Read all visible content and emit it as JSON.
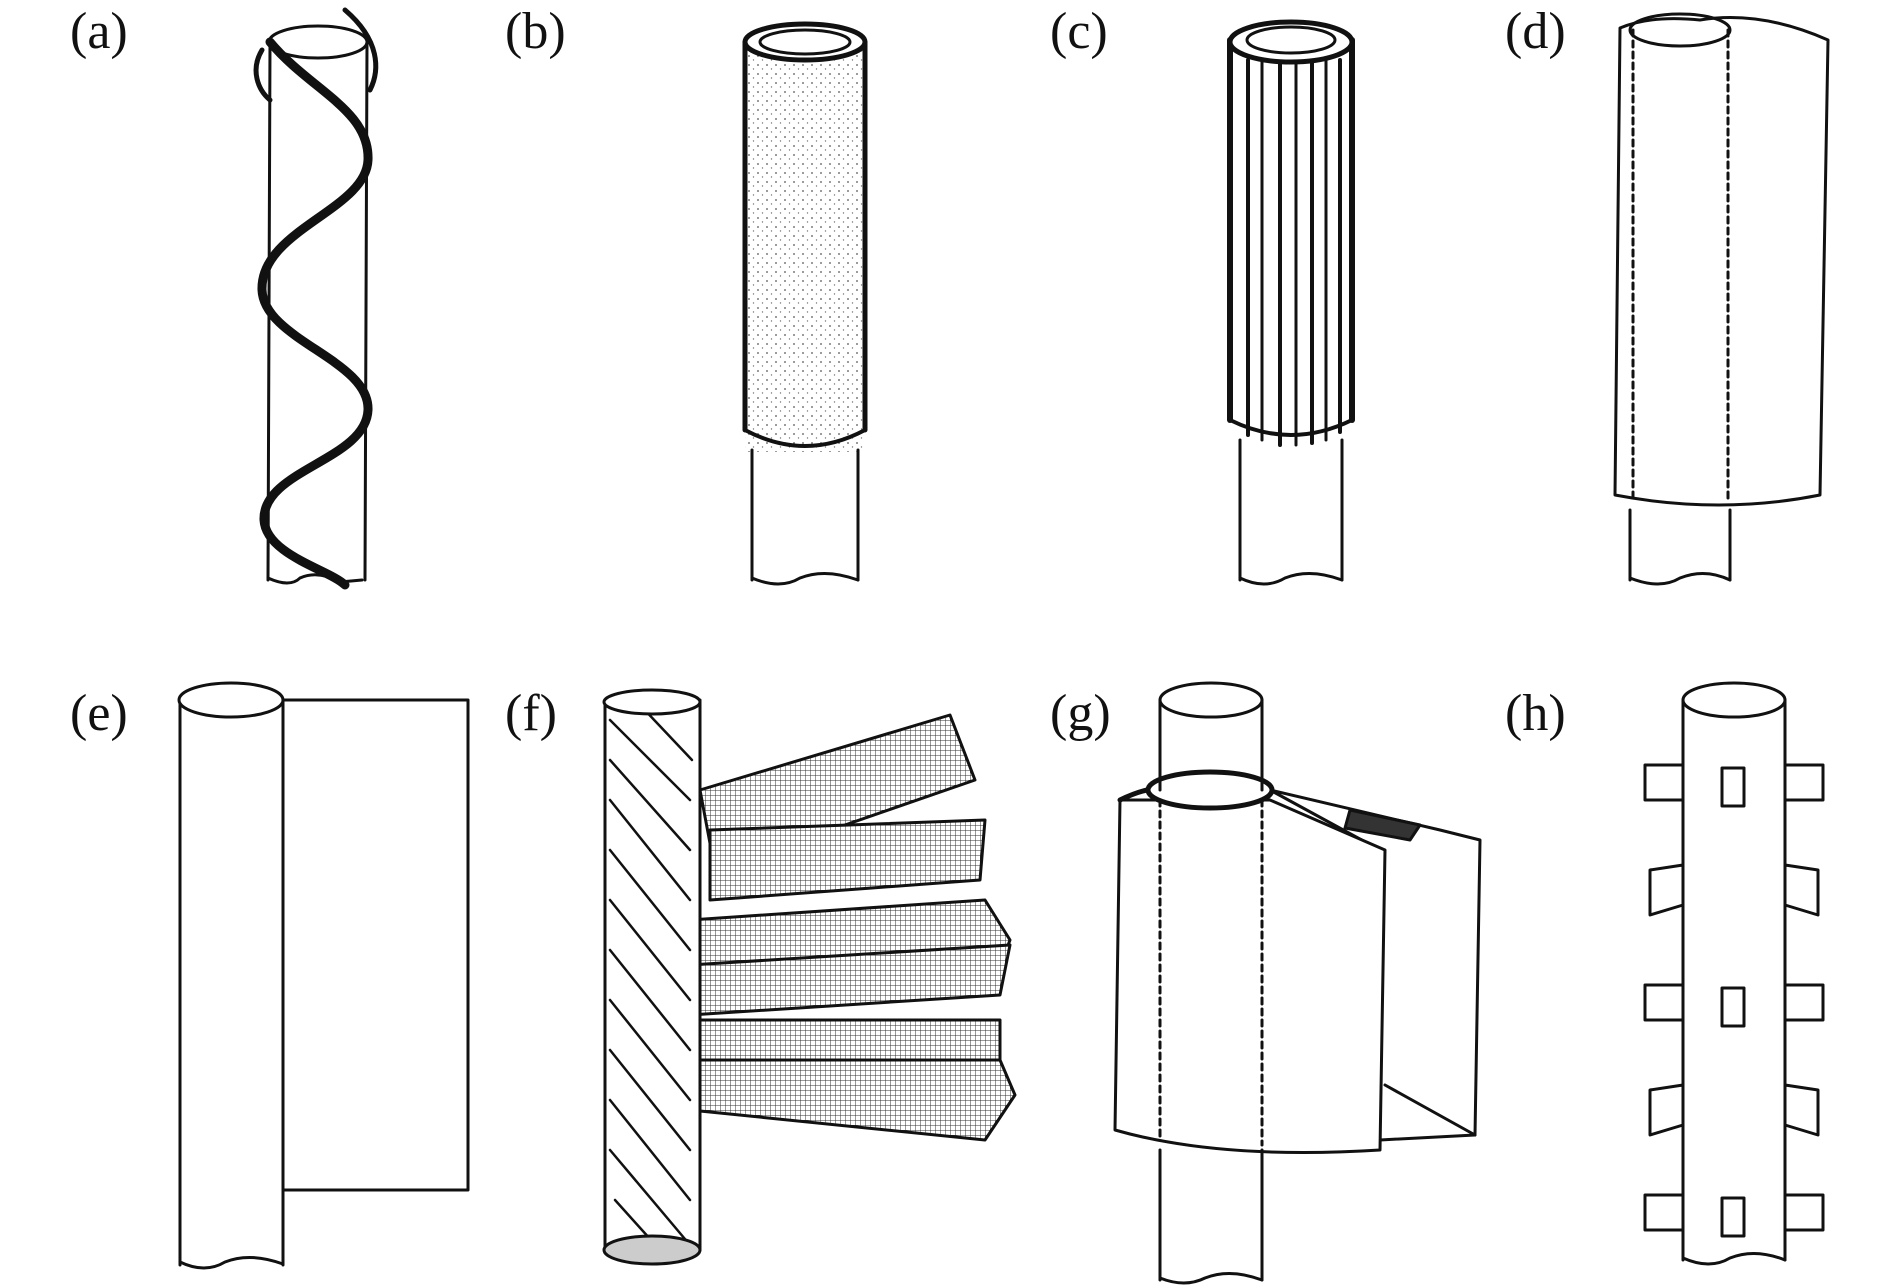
{
  "figure": {
    "panels": [
      {
        "id": "a",
        "label": "(a)",
        "device": "helical-wire-strake"
      },
      {
        "id": "b",
        "label": "(b)",
        "device": "porous-shroud"
      },
      {
        "id": "c",
        "label": "(c)",
        "device": "axial-rod-shroud"
      },
      {
        "id": "d",
        "label": "(d)",
        "device": "streamlined-fairing"
      },
      {
        "id": "e",
        "label": "(e)",
        "device": "splitter-plate"
      },
      {
        "id": "f",
        "label": "(f)",
        "device": "ribbon-fairing"
      },
      {
        "id": "g",
        "label": "(g)",
        "device": "guide-vane-fairing"
      },
      {
        "id": "h",
        "label": "(h)",
        "device": "bumps-and-slits"
      }
    ],
    "colors": {
      "ink": "#111111",
      "background": "#ffffff",
      "stipple": "#777777"
    }
  }
}
